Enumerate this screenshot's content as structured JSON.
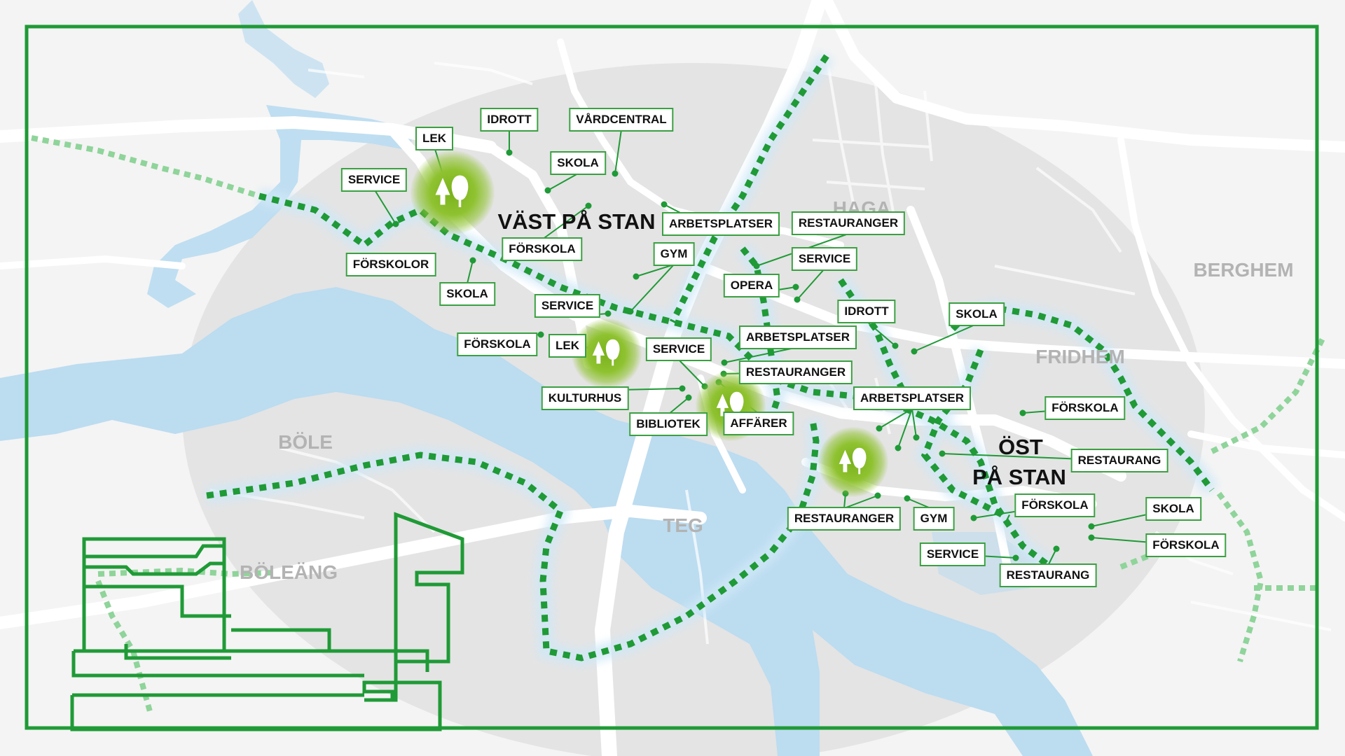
{
  "districts": {
    "bole": "BÖLE",
    "boleang": "BÖLEÄNG",
    "teg": "TEG",
    "haga": "HAGA",
    "fridhem": "FRIDHEM",
    "berghem": "BERGHEM"
  },
  "centers": {
    "vast": "VÄST PÅ STAN",
    "ost_line1": "ÖST",
    "ost_line2": "PÅ STAN"
  },
  "labels": {
    "idrott_w": "IDROTT",
    "vardcentral": "VÅRDCENTRAL",
    "lek_nw": "LEK",
    "skola_w1": "SKOLA",
    "service_w1": "SERVICE",
    "arbetsplatser_1": "ARBETSPLATSER",
    "restauranger_1": "RESTAURANGER",
    "forskola_w1": "FÖRSKOLA",
    "gym_c": "GYM",
    "service_c2": "SERVICE",
    "forskolor": "FÖRSKOLOR",
    "skola_w2": "SKOLA",
    "opera": "OPERA",
    "service_w2": "SERVICE",
    "idrott_e": "IDROTT",
    "skola_e1": "SKOLA",
    "forskola_w2": "FÖRSKOLA",
    "lek_c": "LEK",
    "service_c": "SERVICE",
    "arbetsplatser_2": "ARBETSPLATSER",
    "restauranger_2": "RESTAURANGER",
    "kulturhus": "KULTURHUS",
    "bibliotek": "BIBLIOTEK",
    "affarer": "AFFÄRER",
    "arbetsplatser_3": "ARBETSPLATSER",
    "forskola_e1": "FÖRSKOLA",
    "restaurang_e1": "RESTAURANG",
    "restauranger_3": "RESTAURANGER",
    "gym_e": "GYM",
    "forskola_e2": "FÖRSKOLA",
    "skola_e2": "SKOLA",
    "forskola_e3": "FÖRSKOLA",
    "service_e": "SERVICE",
    "restaurang_e2": "RESTAURANG"
  },
  "parks": [
    "park-nw",
    "park-center",
    "park-riverside",
    "park-east"
  ],
  "colors": {
    "background": "#f4f4f4",
    "roads": "#ffffff",
    "water": "#bcdcf0",
    "city_circle": "#e4e4e4",
    "green_route": "#1f9a36",
    "light_route": "#8fd49a",
    "frame": "#1f9a36",
    "park_glow": "#8fc230"
  }
}
